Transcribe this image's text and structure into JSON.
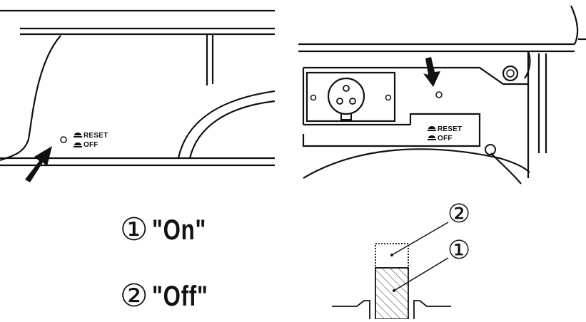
{
  "panel_left": {
    "reset_label": "RESET",
    "off_label": "OFF"
  },
  "panel_right": {
    "reset_label": "RESET",
    "off_label": "OFF"
  },
  "legend": {
    "item1_num": "①",
    "item1_text": "\"On\"",
    "item2_num": "②",
    "item2_text": "\"Off\""
  },
  "switch_detail": {
    "callout1": "①",
    "callout2": "②"
  }
}
